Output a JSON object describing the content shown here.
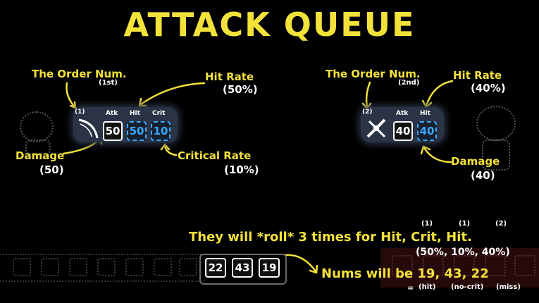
{
  "title": "ATTACK QUEUE",
  "left_attack": {
    "order_label": "The Order Num.",
    "order_sub": "(1st)",
    "order_num": "(1)",
    "hit_rate_label": "Hit Rate",
    "hit_rate_value": "(50%)",
    "damage_label": "Damage",
    "damage_value": "(50)",
    "crit_label": "Critical Rate",
    "crit_value": "(10%)",
    "col_atk": "Atk",
    "col_hit": "Hit",
    "col_crit": "Crit",
    "atk": "50",
    "hit": "50",
    "crit": "10"
  },
  "right_attack": {
    "order_label": "The Order Num.",
    "order_sub": "(2nd)",
    "order_num": "(2)",
    "hit_rate_label": "Hit Rate",
    "hit_rate_value": "(40%)",
    "damage_label": "Damage",
    "damage_value": "(40)",
    "col_atk": "Atk",
    "col_hit": "Hit",
    "atk": "40",
    "hit": "40"
  },
  "roll_info": {
    "line": "They will *roll* 3 times for Hit, Crit, Hit.",
    "order_marks": [
      "(1)",
      "(1)",
      "(2)"
    ],
    "chances": "(50%, 10%, 40%)",
    "nums_line": "Nums will be 19,  43,  22",
    "eq": "=",
    "outcomes": [
      "(hit)",
      "(no-crit)",
      "(miss)"
    ]
  },
  "rolls": [
    "22",
    "43",
    "19"
  ],
  "colors": {
    "accent_yellow": "#f3e23a",
    "hit_blue": "#3aa7ff",
    "panel": "#2b3446"
  }
}
